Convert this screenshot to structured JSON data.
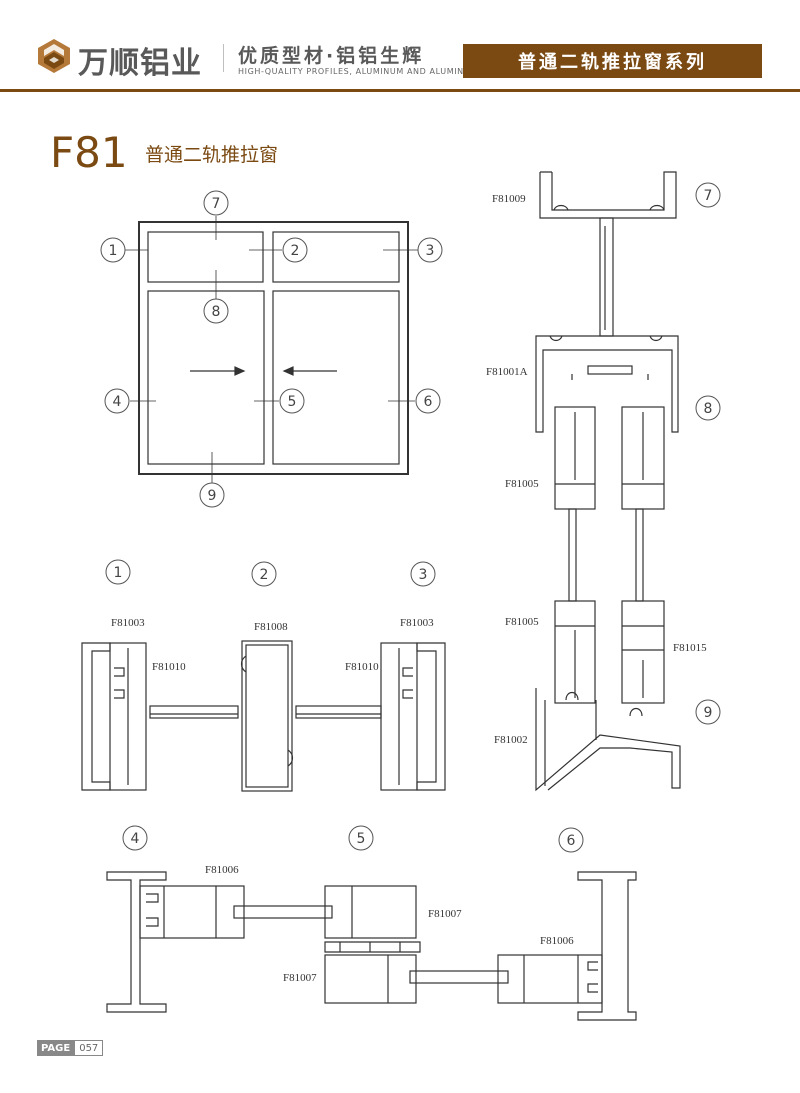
{
  "header": {
    "brand_name": "万顺铝业",
    "slogan": "优质型材·铝铝生辉",
    "slogan_en": "HIGH-QUALITY PROFILES, ALUMINUM AND ALUMINUM",
    "series": "普通二轨推拉窗系列",
    "colors": {
      "brand": "#7b4a12",
      "text": "#595959"
    }
  },
  "product": {
    "code": "F81",
    "title": "普通二轨推拉窗"
  },
  "elevation": {
    "callouts": [
      "1",
      "2",
      "3",
      "4",
      "5",
      "6",
      "7",
      "8",
      "9"
    ]
  },
  "vertical_section": {
    "markers": [
      "7",
      "8",
      "9"
    ],
    "labels": {
      "top_frame": "F81009",
      "transom": "F81001A",
      "upper_sash_left": "F81005",
      "lower_sash_left": "F81005",
      "lower_sash_right": "F81015",
      "sill": "F81002"
    }
  },
  "section_123": {
    "markers": [
      "1",
      "2",
      "3"
    ],
    "labels": {
      "left_frame": "F81003",
      "left_glazing": "F81010",
      "mullion": "F81008",
      "right_frame": "F81003",
      "right_glazing": "F81010"
    }
  },
  "section_456": {
    "markers": [
      "4",
      "5",
      "6"
    ],
    "labels": {
      "left_sash": "F81006",
      "upper_interlock": "F81007",
      "lower_interlock": "F81007",
      "right_sash": "F81006"
    }
  },
  "footer": {
    "page_tag": "PAGE",
    "page_number": "057"
  }
}
